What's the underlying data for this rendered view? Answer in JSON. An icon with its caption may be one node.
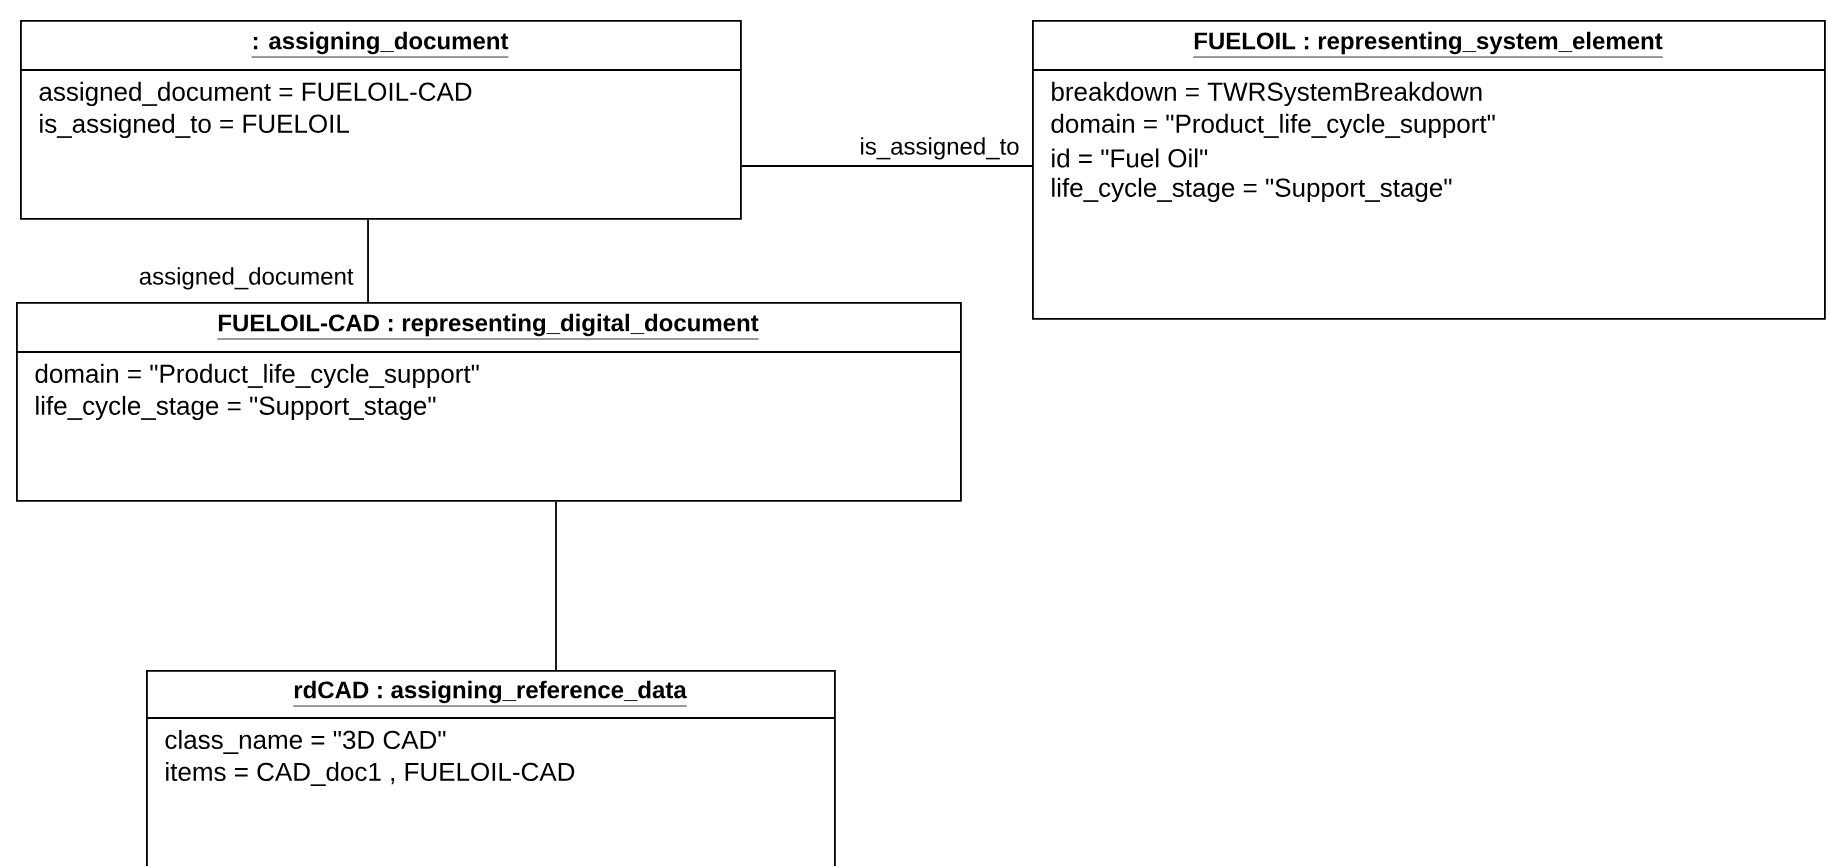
{
  "diagram": {
    "nodes": [
      {
        "text": [
          ": assigning_document",
          "assigned_document = FUELOIL-CAD",
          "is_assigned_to = FUELOIL"
        ]
      },
      {
        "text": [
          "FUELOIL : representing_system_element",
          "breakdown = TWRSystemBreakdown",
          "domain = \"Product_life_cycle_support\"",
          "id = \"Fuel  Oil\"",
          "life_cycle_stage = \"Support_stage\""
        ]
      },
      {
        "text": [
          "FUELOIL-CAD : representing_digital_document",
          "domain = \"Product_life_cycle_support\"",
          "life_cycle_stage = \"Support_stage\""
        ]
      },
      {
        "text": [
          "rdCAD : assigning_reference_data",
          "class_name = \"3D  CAD\"",
          "items = CAD_doc1 , FUELOIL-CAD"
        ]
      }
    ],
    "edges": [
      {
        "from": 0,
        "to": 1,
        "arrow": "none",
        "label": "is_assigned_to"
      },
      {
        "from": 0,
        "to": 2,
        "arrow": "none",
        "label": "assigned_document"
      },
      {
        "from": 2,
        "to": 3,
        "arrow": "none"
      }
    ]
  }
}
